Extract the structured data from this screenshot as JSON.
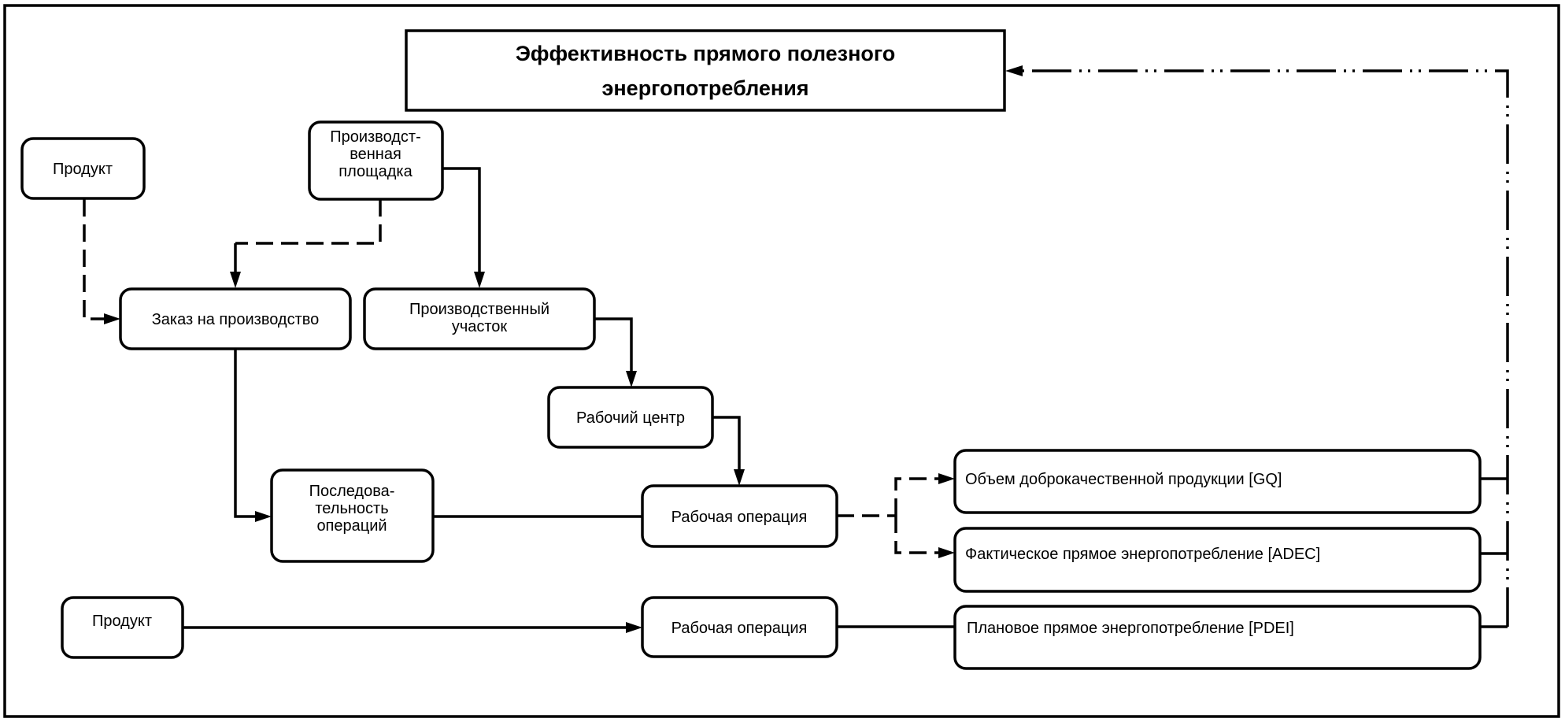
{
  "diagram": {
    "title": {
      "lines": [
        "Эффективность прямого полезного",
        "энергопотребления"
      ]
    },
    "nodes": {
      "product_1": {
        "lines": [
          "Продукт"
        ]
      },
      "production_site": {
        "lines": [
          "Производст-",
          "венная",
          "площадка"
        ]
      },
      "production_order": {
        "lines": [
          "Заказ на производство"
        ]
      },
      "production_area": {
        "lines": [
          "Производственный",
          "участок"
        ]
      },
      "work_center": {
        "lines": [
          "Рабочий центр"
        ]
      },
      "operation_sequence": {
        "lines": [
          "Последова-",
          "тельность",
          "операций"
        ]
      },
      "work_operation_1": {
        "lines": [
          "Рабочая операция"
        ]
      },
      "good_quantity": {
        "lines": [
          "Объем доброкачественной продукции [GQ]"
        ]
      },
      "actual_direct_energy": {
        "lines": [
          "Фактическое прямое энергопотребление [ADEC]"
        ]
      },
      "product_2": {
        "lines": [
          "Продукт"
        ]
      },
      "work_operation_2": {
        "lines": [
          "Рабочая операция"
        ]
      },
      "planned_direct_energy": {
        "lines": [
          "Плановое прямое энергопотребление [PDEI]"
        ]
      }
    },
    "edges": [
      {
        "from": "product_1",
        "to": "production_order",
        "style": "dashed"
      },
      {
        "from": "production_site",
        "to": "production_order",
        "style": "dashed"
      },
      {
        "from": "production_site",
        "to": "production_area",
        "style": "solid"
      },
      {
        "from": "production_area",
        "to": "work_center",
        "style": "solid"
      },
      {
        "from": "production_order",
        "to": "operation_sequence",
        "style": "solid"
      },
      {
        "from": "operation_sequence",
        "to": "work_operation_1",
        "style": "solid"
      },
      {
        "from": "work_center",
        "to": "work_operation_1",
        "style": "solid"
      },
      {
        "from": "work_operation_1",
        "to": "good_quantity",
        "style": "dashed"
      },
      {
        "from": "work_operation_1",
        "to": "actual_direct_energy",
        "style": "dashed"
      },
      {
        "from": "product_2",
        "to": "work_operation_2",
        "style": "solid"
      },
      {
        "from": "work_operation_2",
        "to": "planned_direct_energy",
        "style": "solid"
      },
      {
        "from": "good_quantity",
        "to": "title",
        "style": "dash-dot"
      },
      {
        "from": "actual_direct_energy",
        "to": "title",
        "style": "dash-dot"
      },
      {
        "from": "planned_direct_energy",
        "to": "title",
        "style": "dash-dot"
      }
    ],
    "colors": {
      "stroke": "#000000",
      "background": "#ffffff"
    }
  }
}
